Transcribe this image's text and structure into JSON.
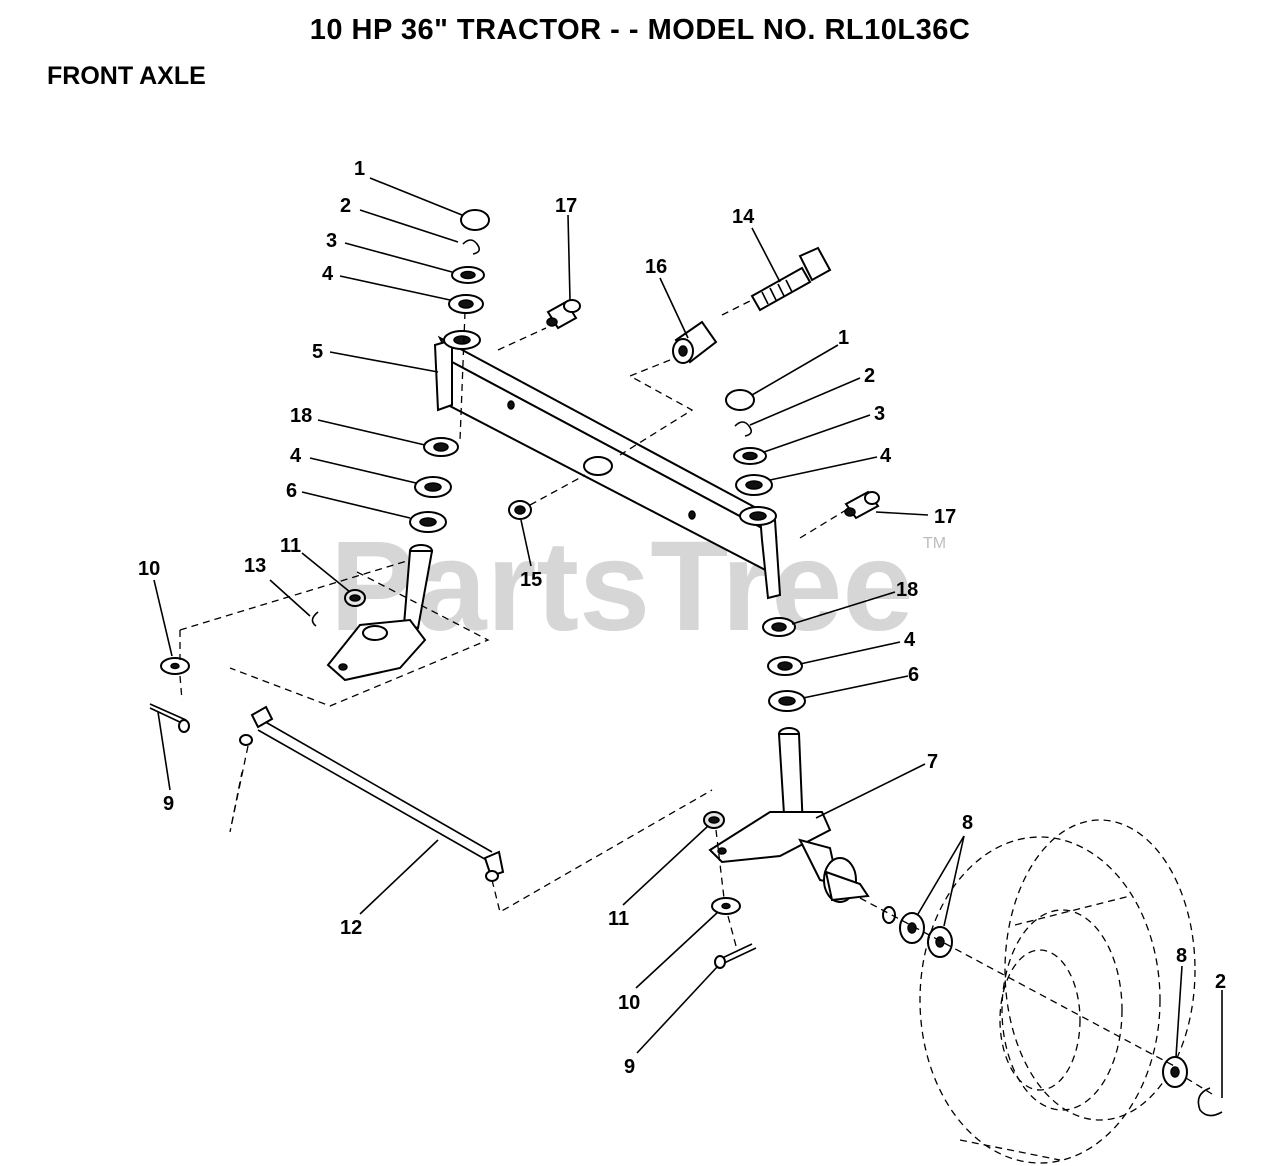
{
  "header": {
    "title": "10 HP 36\" TRACTOR - - MODEL NO. RL10L36C",
    "section": "FRONT AXLE"
  },
  "watermark": {
    "brand": "PartsTree",
    "trademark": "TM"
  },
  "callouts": {
    "c1a": "1",
    "c2a": "2",
    "c3a": "3",
    "c4a": "4",
    "c5": "5",
    "c17a": "17",
    "c16": "16",
    "c14": "14",
    "c1b": "1",
    "c2b": "2",
    "c3b": "3",
    "c4b": "4",
    "c18a": "18",
    "c4c": "4",
    "c6a": "6",
    "c17b": "17",
    "c15": "15",
    "c10a": "10",
    "c13": "13",
    "c11a": "11",
    "c18b": "18",
    "c4d": "4",
    "c6b": "6",
    "c9a": "9",
    "c7": "7",
    "c8a": "8",
    "c12": "12",
    "c11b": "11",
    "c10b": "10",
    "c9b": "9",
    "c8b": "8",
    "c2c": "2"
  }
}
